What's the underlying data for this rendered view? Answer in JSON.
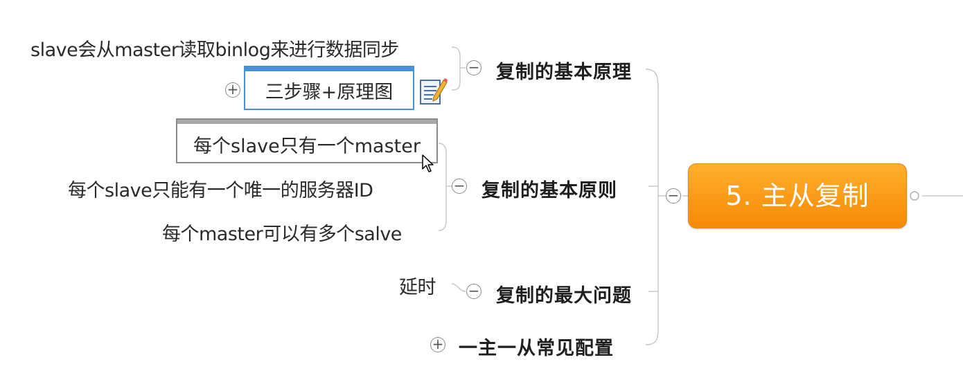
{
  "central_topic": {
    "label": "5. 主从复制"
  },
  "branches": [
    {
      "label": "复制的基本原理",
      "children": [
        "slave会从master读取binlog来进行数据同步",
        "三步骤+原理图"
      ]
    },
    {
      "label": "复制的基本原则",
      "children": [
        "每个slave只有一个master",
        "每个slave只能有一个唯一的服务器ID",
        "每个master可以有多个salve"
      ]
    },
    {
      "label": "复制的最大问题",
      "children": [
        "延时"
      ]
    },
    {
      "label": "一主一从常见配置",
      "children": []
    }
  ],
  "toggles": {
    "collapse": "−",
    "expand": "+"
  },
  "icons": {
    "notes": "notes-icon",
    "cursor": "mouse-cursor-icon"
  },
  "colors": {
    "central_fill": "#f7940c",
    "selected_frame": "#4a90d9",
    "hover_frame": "#8c8c8c",
    "connector": "#c8c8c8"
  }
}
